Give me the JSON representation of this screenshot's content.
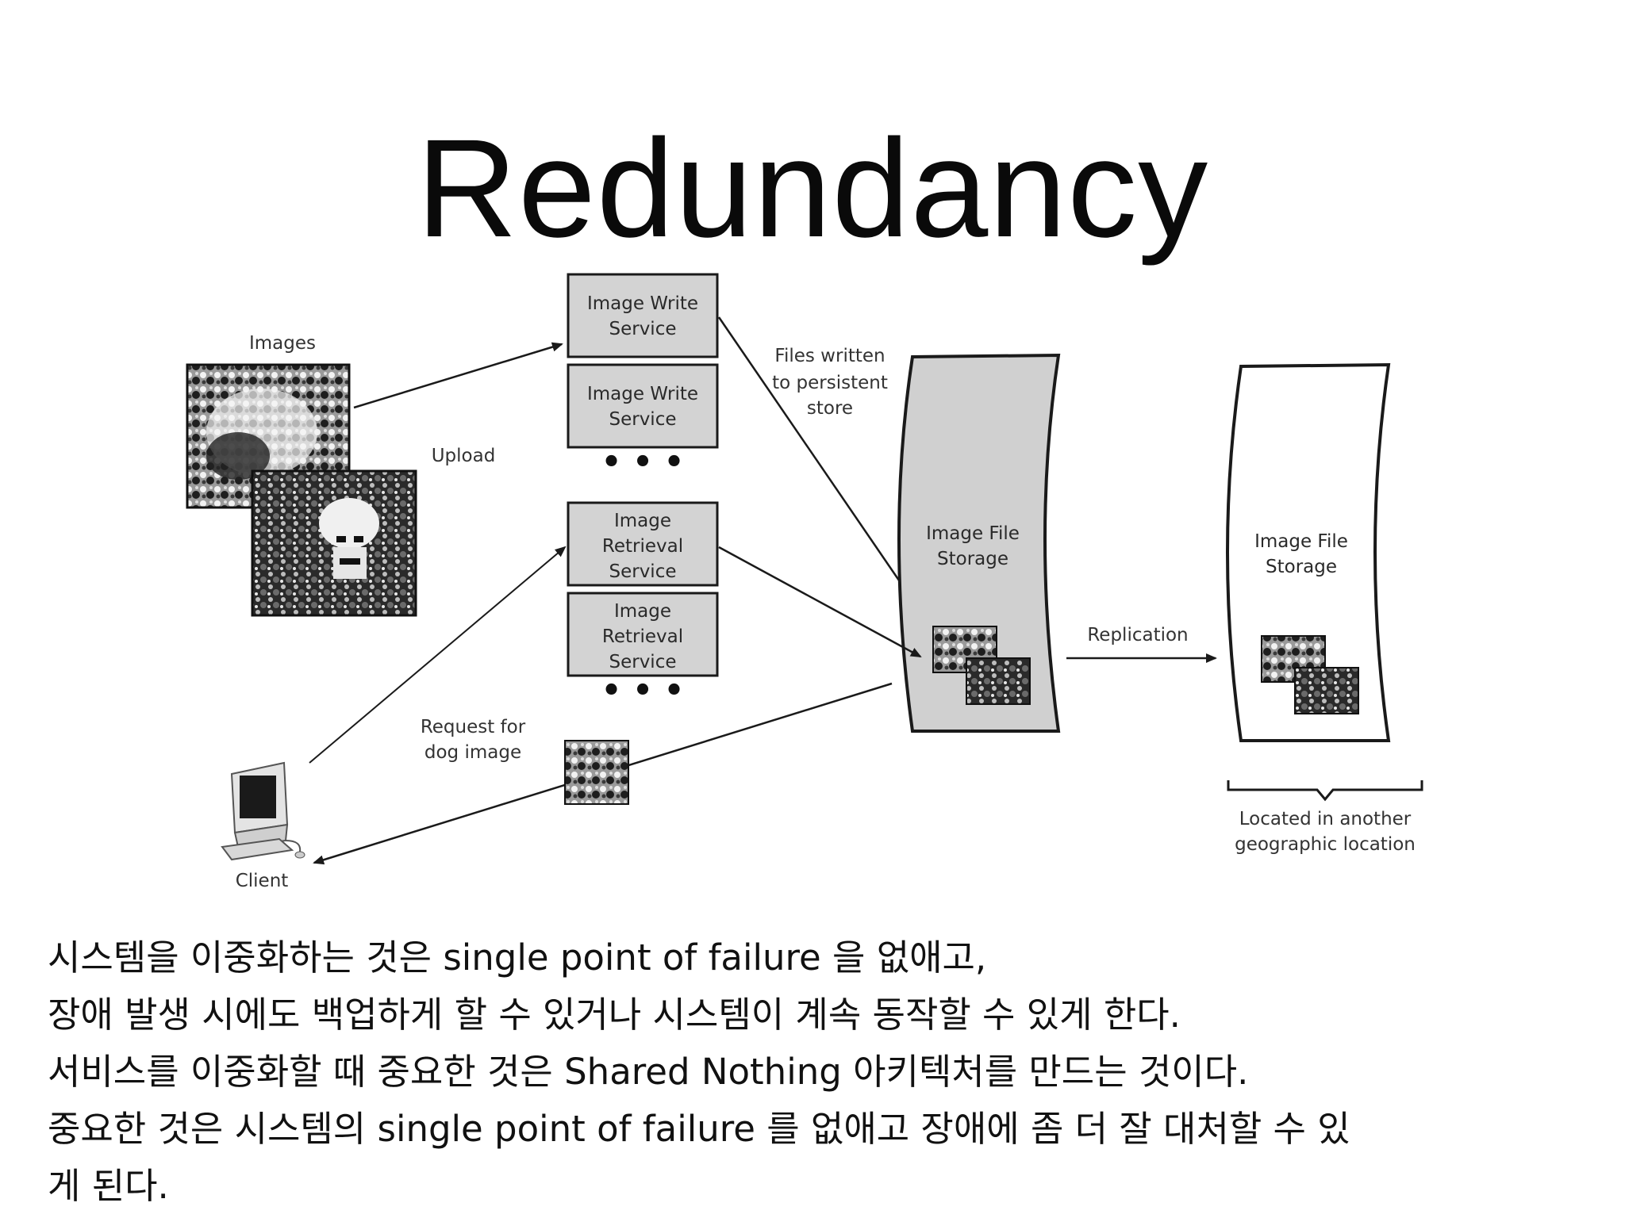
{
  "title": "Redundancy",
  "diagram": {
    "images_label": "Images",
    "upload_label": "Upload",
    "write_services": [
      {
        "line1": "Image Write",
        "line2": "Service"
      },
      {
        "line1": "Image Write",
        "line2": "Service"
      }
    ],
    "retrieval_services": [
      {
        "line1": "Image",
        "line2": "Retrieval",
        "line3": "Service"
      },
      {
        "line1": "Image",
        "line2": "Retrieval",
        "line3": "Service"
      }
    ],
    "ellipsis": "• • •",
    "files_written": {
      "line1": "Files written",
      "line2": "to persistent",
      "line3": "store"
    },
    "primary_storage": {
      "line1": "Image File",
      "line2": "Storage"
    },
    "replication_label": "Replication",
    "replica_storage": {
      "line1": "Image File",
      "line2": "Storage"
    },
    "located": {
      "line1": "Located in another",
      "line2": "geographic location"
    },
    "request": {
      "line1": "Request for",
      "line2": "dog image"
    },
    "client_label": "Client",
    "colors": {
      "service_fill": "#d3d3d3",
      "storage_fill": "#d0d0d0",
      "replica_fill": "#ffffff",
      "stroke": "#1a1a1a"
    }
  },
  "body": {
    "line1": "시스템을 이중화하는 것은 single point of failure 을 없애고,",
    "line2": "장애 발생 시에도 백업하게 할 수 있거나 시스템이 계속 동작할 수 있게 한다.",
    "line3": "서비스를 이중화할 때 중요한 것은 Shared Nothing 아키텍처를 만드는 것이다.",
    "line4": "중요한 것은 시스템의 single point of failure  를 없애고 장애에 좀 더 잘 대처할 수 있",
    "line5": "게 된다."
  }
}
